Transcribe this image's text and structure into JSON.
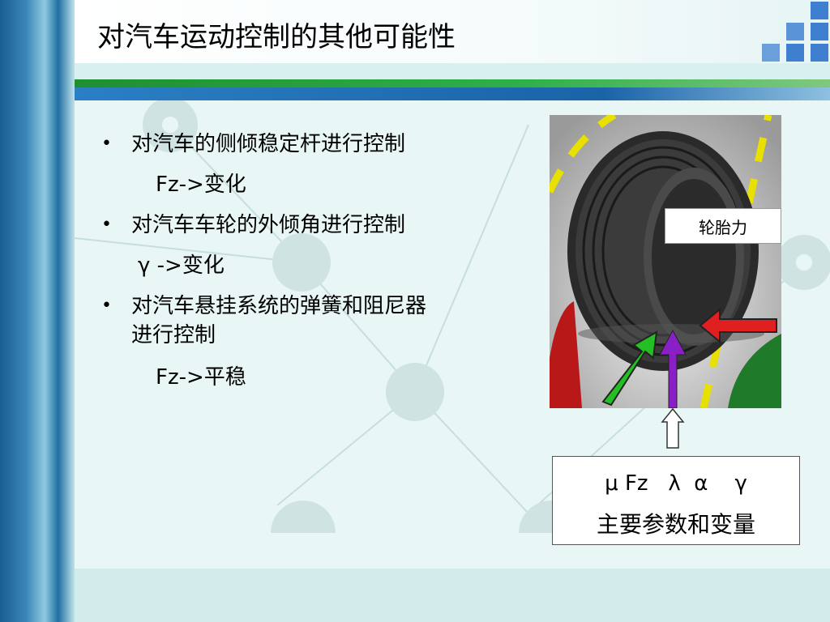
{
  "slide": {
    "title": "对汽车运动控制的其他可能性"
  },
  "bullets": {
    "item1": {
      "text": "对汽车的侧倾稳定杆进行控制",
      "sub": "Fz->变化"
    },
    "item2": {
      "text": "对汽车车轮的外倾角进行控制",
      "sub": "γ ->变化"
    },
    "item3": {
      "line1": "对汽车悬挂系统的弹簧和阻尼器",
      "line2": "进行控制",
      "sub": "Fz->平稳"
    },
    "marker": "•"
  },
  "figure": {
    "tire_label": "轮胎力",
    "params_symbols": "μ Fz   λ  α    γ",
    "params_caption": "主要参数和变量"
  },
  "colors": {
    "arrow_red": "#e02020",
    "arrow_green": "#22c022",
    "arrow_purple": "#8a1fc8",
    "road_line": "#e8e000",
    "accent_blue": "#3f7fd0"
  }
}
